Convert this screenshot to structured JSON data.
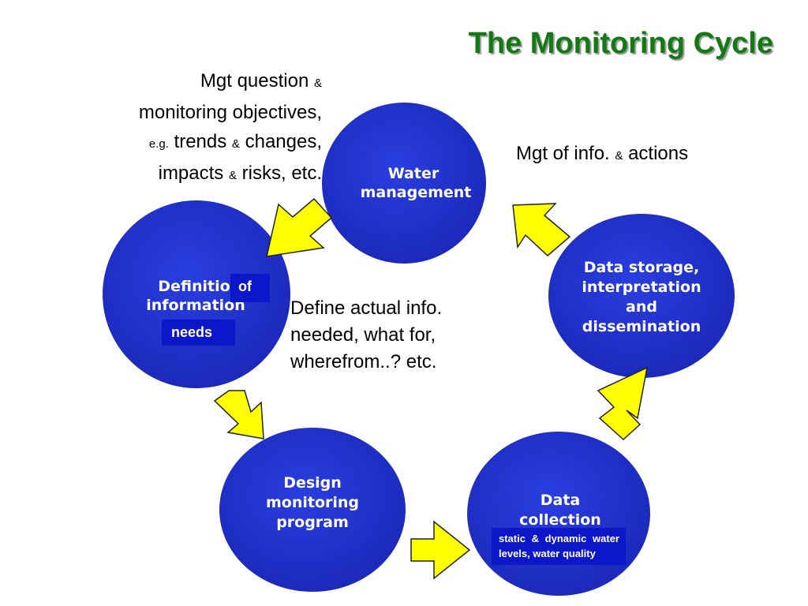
{
  "title": "The Monitoring Cycle",
  "notes": {
    "top_left": {
      "line1": {
        "a": "Mgt question ",
        "b": "&"
      },
      "line2": "monitoring objectives,",
      "line3": {
        "a": "e.g.",
        "b": " trends ",
        "c": "&",
        "d": " changes,"
      },
      "line4": {
        "a": "impacts ",
        "b": "&",
        "c": " risks, etc."
      }
    },
    "top_right": {
      "a": "Mgt of info. ",
      "b": "&",
      "c": " actions"
    },
    "center": {
      "line1": "Define actual info.",
      "line2": "needed, what for,",
      "line3": "wherefrom..? etc."
    }
  },
  "circles": {
    "water_management": {
      "line1": "Water",
      "line2": "management"
    },
    "data_storage": {
      "line1": "Data storage,",
      "line2": "interpretation",
      "line3": "and",
      "line4": "dissemination"
    },
    "data_collection": {
      "line1": "Data",
      "line2": "collection"
    },
    "design_monitoring": {
      "line1": "Design",
      "line2": "monitoring",
      "line3": "program"
    },
    "definition_info": {
      "line1": "Definitio",
      "line2": "information"
    }
  },
  "tags": {
    "of": "of",
    "needs": "needs",
    "static": "static & dynamic water levels, water quality"
  },
  "colors": {
    "title": "#137a13",
    "circle": "#2233cc",
    "arrow_fill": "#ffff00",
    "arrow_stroke": "#222222",
    "tag": "#0b17c9"
  }
}
